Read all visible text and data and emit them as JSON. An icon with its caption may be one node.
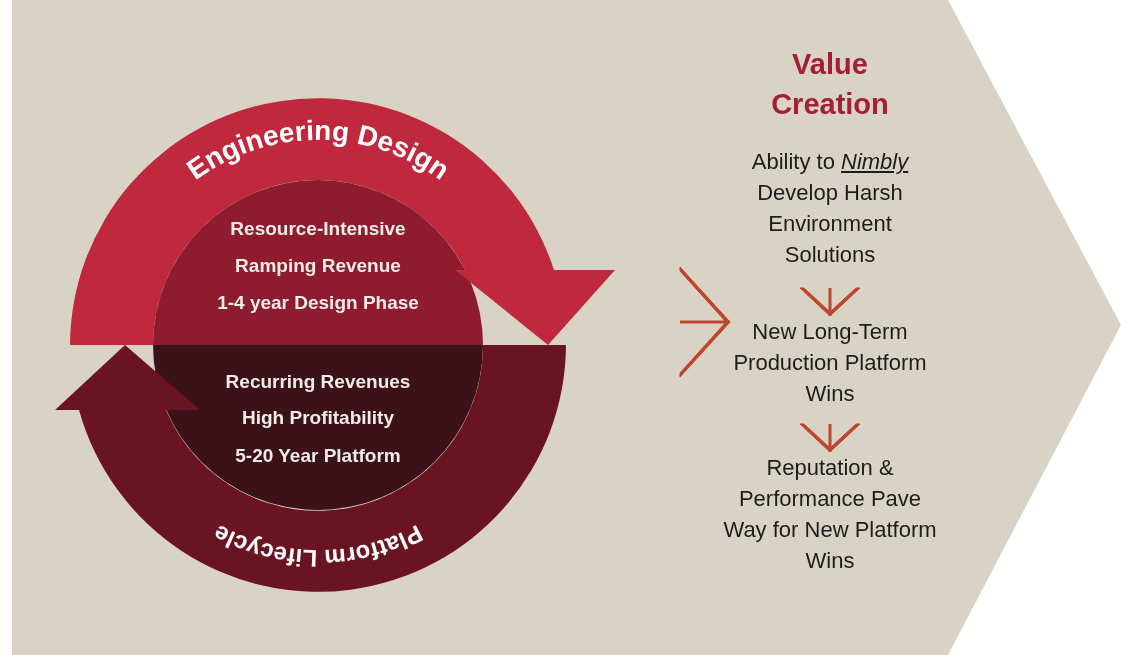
{
  "diagram": {
    "nodes": [
      {
        "text": [
          "Engineering Design"
        ]
      },
      {
        "text": [
          "Resource-Intensive",
          "Ramping Revenue",
          "1-4 year Design Phase"
        ]
      },
      {
        "text": [
          "Platform Lifecycle"
        ]
      },
      {
        "text": [
          "Recurring Revenues",
          "High Profitability",
          "5-20 Year Platform"
        ]
      },
      {
        "text": [
          "Ability to *Nimbly* Develop Harsh Environment Solutions"
        ]
      },
      {
        "text": [
          "New Long-Term Production Platform Wins"
        ]
      },
      {
        "text": [
          "Reputation & Performance Pave Way for New Platform Wins"
        ]
      }
    ],
    "edges": [
      {
        "from": 0,
        "to": 2,
        "arrow": "to"
      },
      {
        "from": 2,
        "to": 0,
        "arrow": "to"
      },
      {
        "from": null,
        "to": 5,
        "arrow": "to"
      },
      {
        "from": 4,
        "to": 5,
        "arrow": "to"
      },
      {
        "from": 5,
        "to": 6,
        "arrow": "to"
      }
    ],
    "labels": [
      "Value Creation"
    ]
  }
}
